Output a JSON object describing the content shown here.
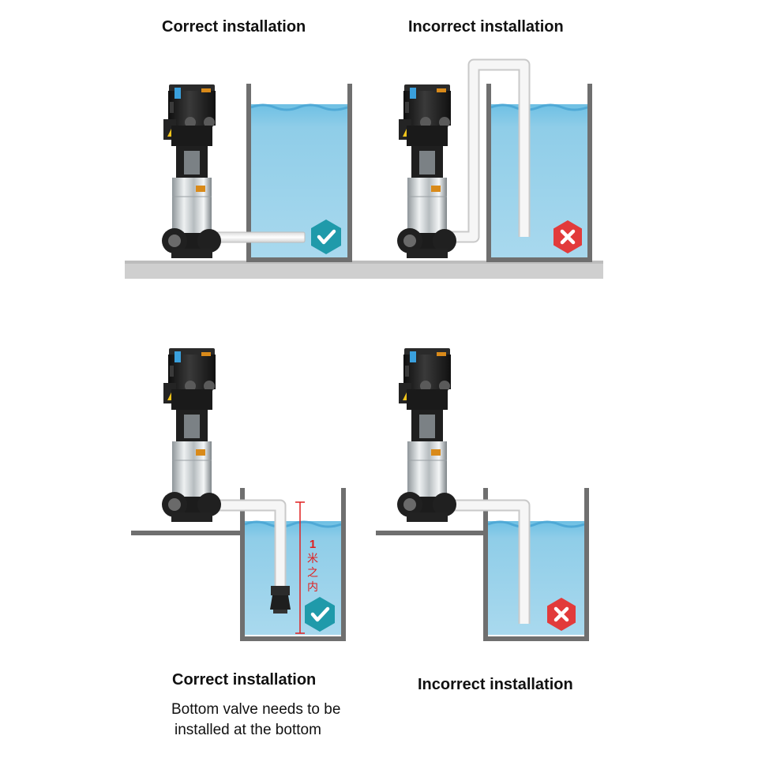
{
  "panels": [
    {
      "id": "top-left",
      "caption": "Correct installation",
      "status": "correct"
    },
    {
      "id": "top-right",
      "caption": "Incorrect installation",
      "status": "incorrect"
    },
    {
      "id": "bottom-left",
      "caption": "Correct installation",
      "status": "correct",
      "note_lines": [
        "Bottom valve needs to be",
        "installed at the bottom"
      ],
      "dimension_label": [
        "1",
        "米",
        "之",
        "内"
      ]
    },
    {
      "id": "bottom-right",
      "caption": "Incorrect installation",
      "status": "incorrect"
    }
  ],
  "colors": {
    "water": "#8fcde8",
    "water_surface": "#5fb5dc",
    "tank_wall": "#6f6f6f",
    "ground": "#cfcfcf",
    "pipe": "#f1f1f1",
    "correct_mark": "#1f9aaa",
    "incorrect_mark": "#e23b3b",
    "dimension_line": "#e02020",
    "motor": "#1d1d1d",
    "pump_body": "#c4c9cc"
  },
  "icons": [
    "check-icon",
    "cross-icon",
    "pump-icon",
    "foot-valve-icon"
  ]
}
